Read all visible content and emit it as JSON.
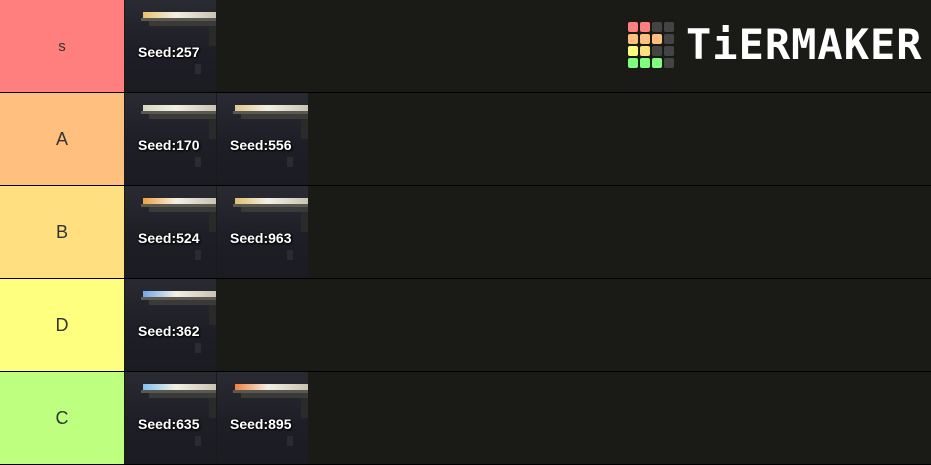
{
  "logo": {
    "text": "TiERMAKER",
    "grid_colors": [
      "#ff7f7f",
      "#ff7f7f",
      "#444444",
      "#444444",
      "#ffbf7f",
      "#ffbf7f",
      "#ffbf7f",
      "#444444",
      "#ffff7f",
      "#ffdf7f",
      "#444444",
      "#444444",
      "#7fff7f",
      "#7fff7f",
      "#7fff7f",
      "#444444"
    ]
  },
  "tiers": [
    {
      "label": "s",
      "color": "#ff7f7f",
      "items": [
        {
          "seed": "Seed:257",
          "glow": "#e8c070"
        }
      ]
    },
    {
      "label": "A",
      "color": "#ffbf7f",
      "items": [
        {
          "seed": "Seed:170",
          "glow": "#d8d8c0"
        },
        {
          "seed": "Seed:556",
          "glow": "#e0c890"
        }
      ]
    },
    {
      "label": "B",
      "color": "#ffdf7f",
      "items": [
        {
          "seed": "Seed:524",
          "glow": "#f0a040"
        },
        {
          "seed": "Seed:963",
          "glow": "#e0c070"
        }
      ]
    },
    {
      "label": "D",
      "color": "#ffff7f",
      "items": [
        {
          "seed": "Seed:362",
          "glow": "#70a8e8"
        }
      ]
    },
    {
      "label": "C",
      "color": "#bfff7f",
      "items": [
        {
          "seed": "Seed:635",
          "glow": "#80c0f0"
        },
        {
          "seed": "Seed:895",
          "glow": "#f08040"
        }
      ]
    }
  ]
}
